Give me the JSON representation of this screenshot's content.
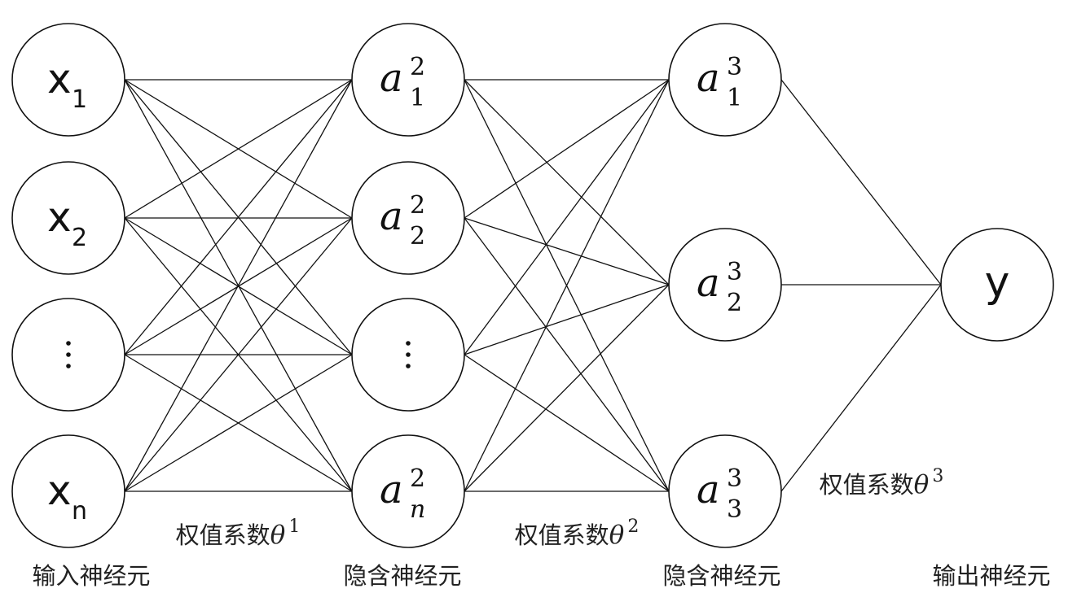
{
  "layers": [
    {
      "caption": "输入神经元",
      "nodes": [
        {
          "kind": "x",
          "base": "x",
          "sub": "1"
        },
        {
          "kind": "x",
          "base": "x",
          "sub": "2"
        },
        {
          "kind": "dots"
        },
        {
          "kind": "x",
          "base": "x",
          "sub": "n"
        }
      ]
    },
    {
      "caption": "隐含神经元",
      "nodes": [
        {
          "kind": "a",
          "base": "a",
          "sup": "2",
          "sub": "1"
        },
        {
          "kind": "a",
          "base": "a",
          "sup": "2",
          "sub": "2"
        },
        {
          "kind": "dots"
        },
        {
          "kind": "a",
          "base": "a",
          "sup": "2",
          "sub": "n"
        }
      ]
    },
    {
      "caption": "隐含神经元",
      "nodes": [
        {
          "kind": "a",
          "base": "a",
          "sup": "3",
          "sub": "1"
        },
        {
          "kind": "a",
          "base": "a",
          "sup": "3",
          "sub": "2"
        },
        {
          "kind": "a",
          "base": "a",
          "sup": "3",
          "sub": "3"
        }
      ]
    },
    {
      "caption": "输出神经元",
      "nodes": [
        {
          "kind": "y",
          "base": "y"
        }
      ]
    }
  ],
  "weights": [
    {
      "text": "权值系数",
      "symbol": "θ",
      "sup": "1"
    },
    {
      "text": "权值系数",
      "symbol": "θ",
      "sup": "2"
    },
    {
      "text": "权值系数",
      "symbol": "θ",
      "sup": "3"
    }
  ]
}
